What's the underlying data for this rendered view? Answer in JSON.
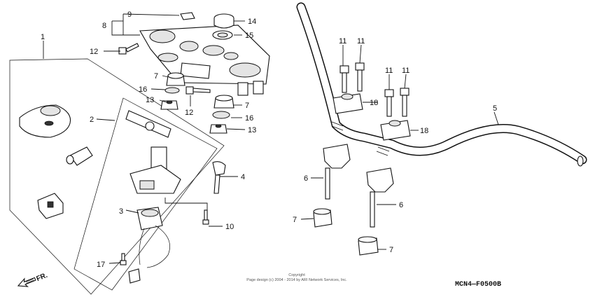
{
  "callouts": [
    "1",
    "2",
    "3",
    "4",
    "5",
    "6",
    "6",
    "7",
    "7",
    "7",
    "7",
    "8",
    "9",
    "10",
    "11",
    "11",
    "11",
    "11",
    "12",
    "12",
    "13",
    "13",
    "14",
    "15",
    "16",
    "16",
    "17",
    "18",
    "18"
  ],
  "front_label": "FR.",
  "copyright_line1": "Copyright",
  "copyright_line2": "Page design (c) 2004 - 2014 by ARI Network Services, Inc.",
  "diagram_code": "MCN4—F0500B"
}
